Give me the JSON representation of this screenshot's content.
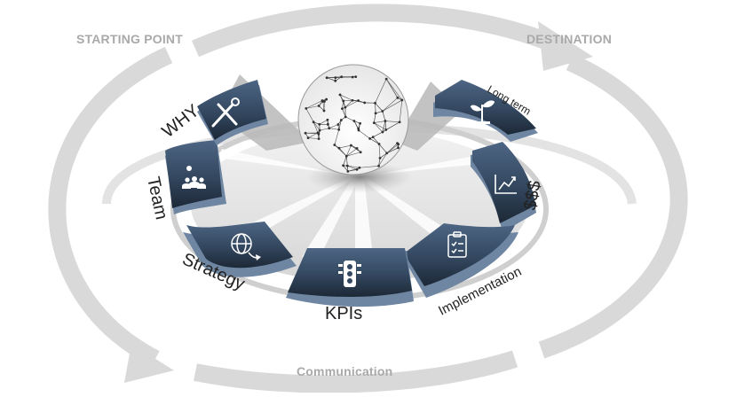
{
  "labels": {
    "starting_point": "STARTING POINT",
    "destination": "DESTINATION",
    "communication": "Communication"
  },
  "segments": {
    "why": {
      "label": "WHY",
      "icon": "tools-icon"
    },
    "team": {
      "label": "Team",
      "icon": "team-icon"
    },
    "strategy": {
      "label": "Strategy",
      "icon": "globe-arrow-icon"
    },
    "kpis": {
      "label": "KPIs",
      "icon": "traffic-light-icon"
    },
    "implementation": {
      "label": "Implementation",
      "icon": "clipboard-checklist-icon"
    },
    "money": {
      "label": "$$$",
      "icon": "trend-chart-icon"
    },
    "long_term": {
      "label": "Long term",
      "icon": "plant-icon"
    }
  },
  "center": {
    "icon": "network-sphere-icon"
  },
  "colors": {
    "segment_top": "#3d5470",
    "segment_bottom": "#1c2836",
    "segment_side": "#6e86a2",
    "cycle_arrow": "#d9d9d9",
    "corner_label": "#a9a9a9"
  }
}
